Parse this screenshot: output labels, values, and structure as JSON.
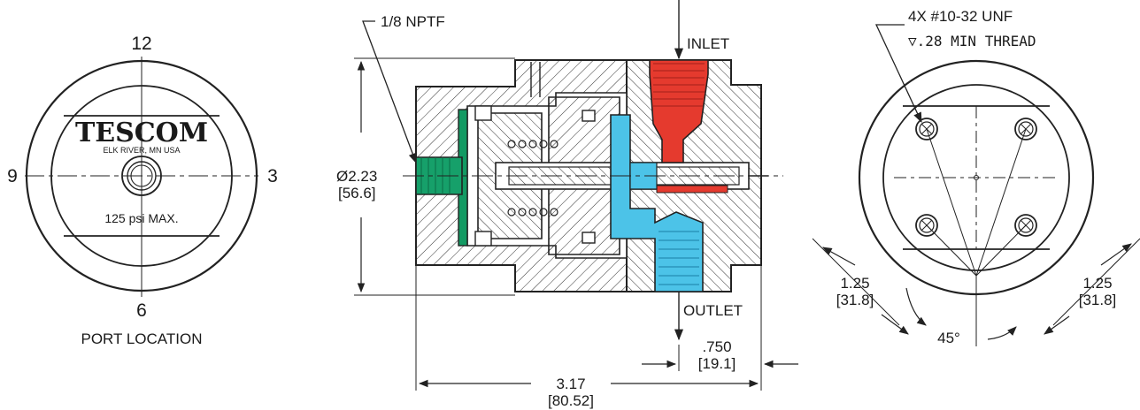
{
  "left_view": {
    "clock_top": "12",
    "clock_left": "9",
    "clock_right": "3",
    "clock_bottom": "6",
    "logo": "TESCOM",
    "logo_sub": "ELK RIVER, MN USA",
    "pressure": "125 psi MAX.",
    "caption": "PORT LOCATION"
  },
  "section_view": {
    "thread_callout": "1/8 NPTF",
    "inlet": "INLET",
    "outlet": "OUTLET",
    "dia_in": "Ø2.23",
    "dia_mm": "[56.6]",
    "len_in": "3.17",
    "len_mm": "[80.52]",
    "off_in": ".750",
    "off_mm": "[19.1]",
    "colors": {
      "inlet": "#e53a2e",
      "outlet": "#4cc3e8",
      "gauge": "#16a06a",
      "seat": "#139a63"
    }
  },
  "right_view": {
    "holes": "4X #10-32 UNF",
    "depth": "▽.28 MIN THREAD",
    "left_in": "1.25",
    "left_mm": "[31.8]",
    "right_in": "1.25",
    "right_mm": "[31.8]",
    "angle": "45°"
  }
}
